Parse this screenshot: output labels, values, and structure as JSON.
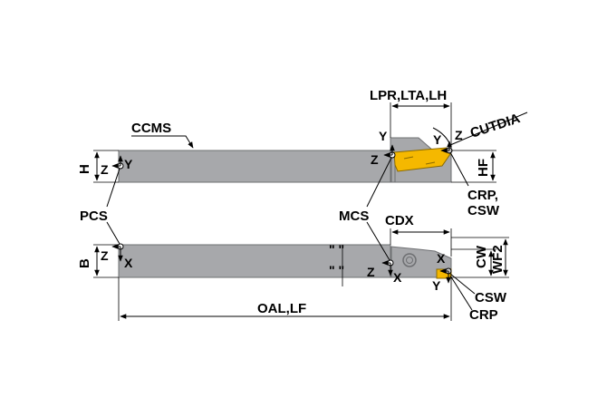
{
  "labels": {
    "ccms": "CCMS",
    "lpr_lta_lh": "LPR,LTA,LH",
    "cutdia": "CUTDIA",
    "crp_csw_1": "CRP,",
    "crp_csw_2": "CSW",
    "pcs": "PCS",
    "mcs": "MCS",
    "cdx": "CDX",
    "oal_lf": "OAL,LF",
    "csw": "CSW",
    "crp": "CRP",
    "h": "H",
    "b": "B",
    "hf": "HF",
    "cw": "CW",
    "wf2": "WF2"
  },
  "axes": {
    "x": "X",
    "y": "Y",
    "z": "Z"
  },
  "break_mark": "\" \"",
  "colors": {
    "body": "#a7a8ab",
    "body_edge": "#6e6f72",
    "insert": "#f5b800",
    "insert_edge": "#8a6a00",
    "line": "#000000",
    "background": "#ffffff"
  }
}
